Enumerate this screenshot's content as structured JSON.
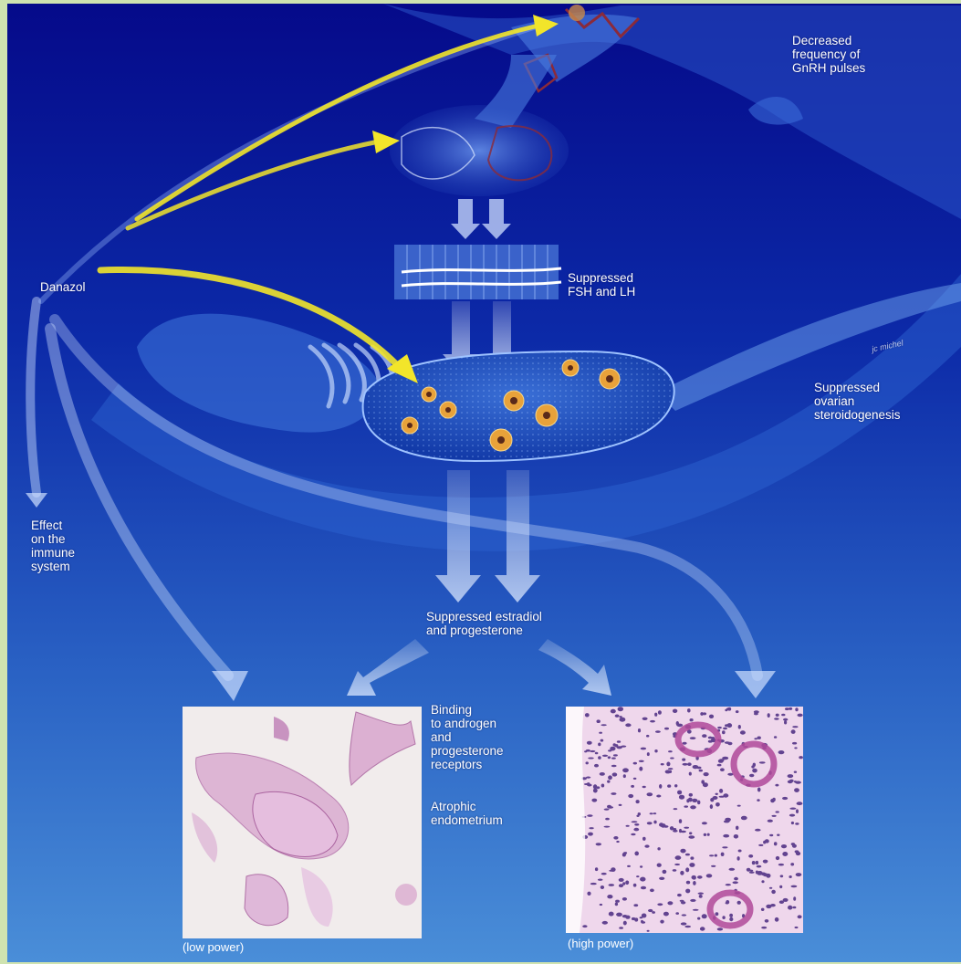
{
  "labels": {
    "gnrh": "Decreased\nfrequency of\nGnRH pulses",
    "danazol": "Danazol",
    "fsh_lh": "Suppressed\nFSH and LH",
    "signature": "jc michel",
    "ovarian": "Suppressed\novarian\nsteroidogenesis",
    "immune": "Effect\non the\nimmune\nsystem",
    "estradiol": "Suppressed estradiol\nand progesterone",
    "binding": "Binding\nto androgen\nand\nprogesterone\nreceptors",
    "atrophic": "Atrophic\nendometrium",
    "low_power": "(low power)",
    "high_power": "(high power)"
  },
  "colors": {
    "background_dark": "#050a8a",
    "background_light": "#3f84d6",
    "arrow_yellow": "#f2e52a",
    "follicle_orange": "#e8a23a",
    "tissue_pink": "#c27ab8",
    "page_border": "#cfe3b0"
  }
}
